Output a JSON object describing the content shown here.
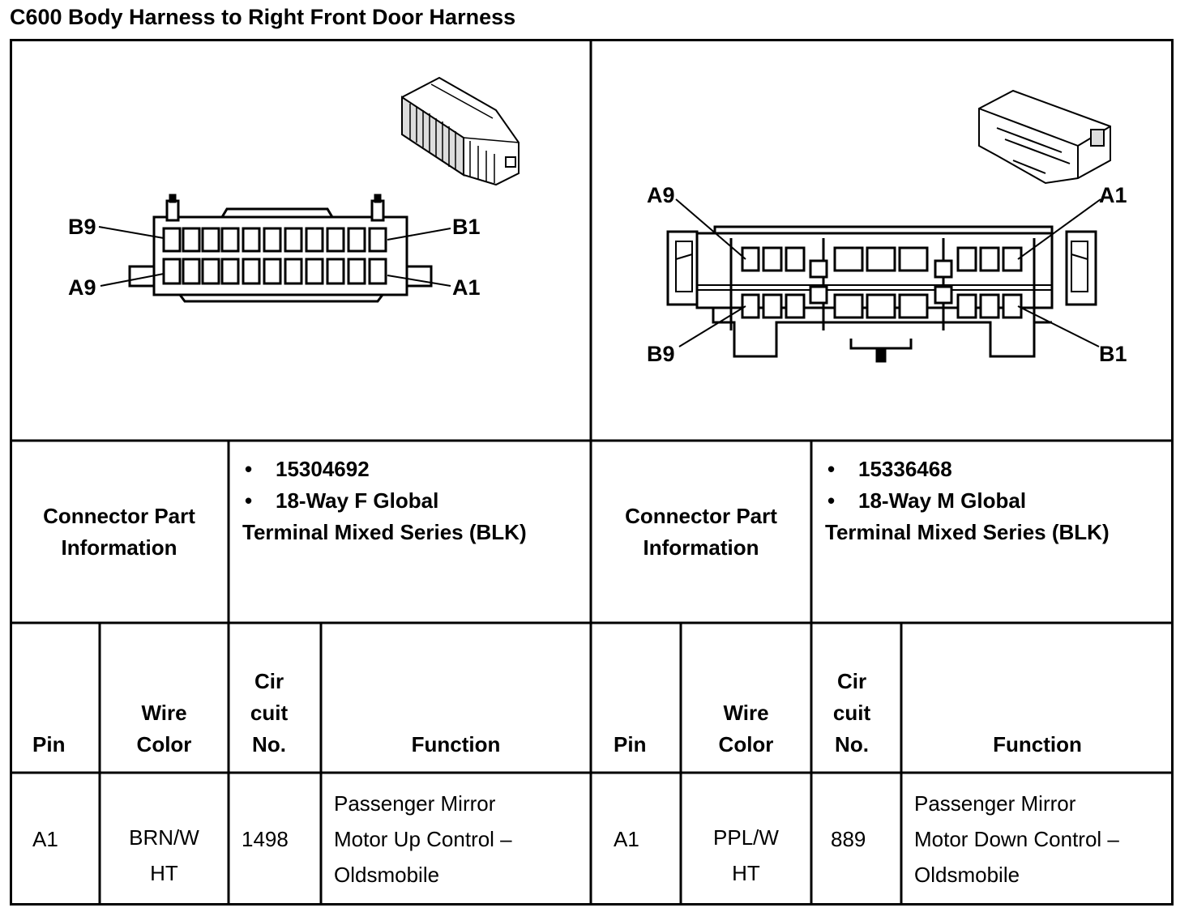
{
  "title": "C600 Body Harness to Right Front Door Harness",
  "left": {
    "connector_labels": {
      "b9": "B9",
      "b1": "B1",
      "a9": "A9",
      "a1": "A1"
    },
    "info_label_line1": "Connector Part",
    "info_label_line2": "Information",
    "part_number": "15304692",
    "part_desc_line1": "18-Way F Global",
    "part_desc_line2": "Terminal Mixed Series (BLK)",
    "headers": {
      "pin": "Pin",
      "wire1": "Wire",
      "wire2": "Color",
      "cir1": "Cir",
      "cir2": "cuit",
      "cir3": "No.",
      "function": "Function"
    },
    "row": {
      "pin": "A1",
      "wire1": "BRN/W",
      "wire2": "HT",
      "circuit": "1498",
      "func1": "Passenger Mirror",
      "func2": "Motor Up Control –",
      "func3": "Oldsmobile"
    }
  },
  "right": {
    "connector_labels": {
      "a9": "A9",
      "a1": "A1",
      "b9": "B9",
      "b1": "B1"
    },
    "info_label_line1": "Connector Part",
    "info_label_line2": "Information",
    "part_number": "15336468",
    "part_desc_line1": "18-Way M Global",
    "part_desc_line2": "Terminal Mixed Series (BLK)",
    "headers": {
      "pin": "Pin",
      "wire1": "Wire",
      "wire2": "Color",
      "cir1": "Cir",
      "cir2": "cuit",
      "cir3": "No.",
      "function": "Function"
    },
    "row": {
      "pin": "A1",
      "wire1": "PPL/W",
      "wire2": "HT",
      "circuit": "889",
      "func1": "Passenger Mirror",
      "func2": "Motor Down Control –",
      "func3": "Oldsmobile"
    }
  },
  "bullet": "•"
}
